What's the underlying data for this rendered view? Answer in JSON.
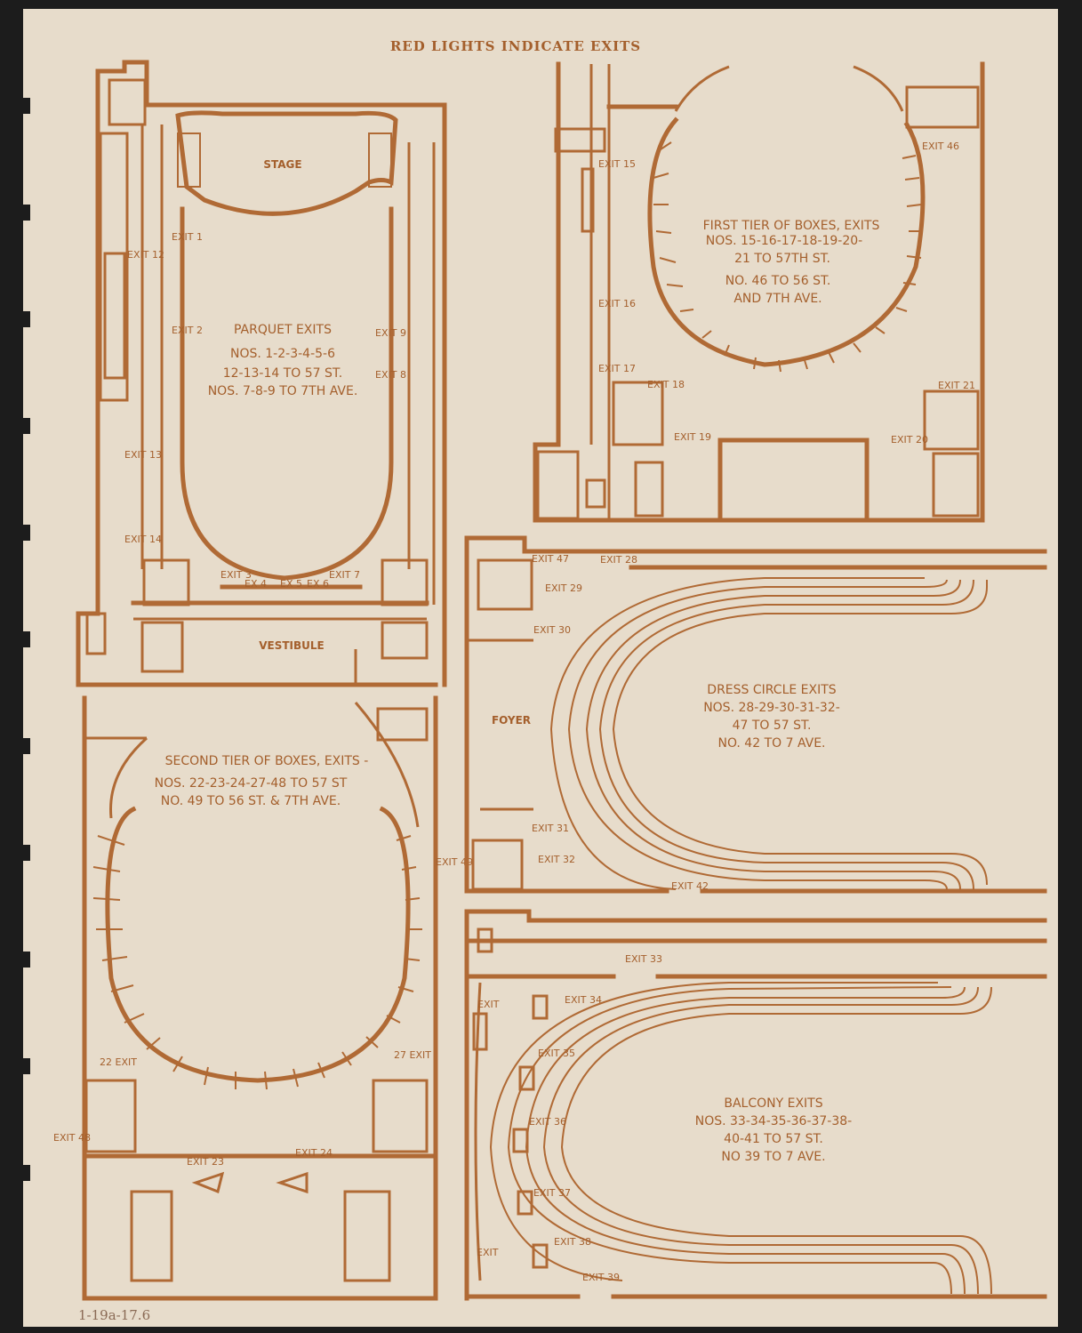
{
  "header": "RED LIGHTS INDICATE EXITS",
  "parquet": {
    "stage": "STAGE",
    "vestibule": "VESTIBULE",
    "caption": [
      "PARQUET EXITS",
      "NOS. 1-2-3-4-5-6",
      "12-13-14 TO 57 ST.",
      "NOS. 7-8-9 TO 7TH AVE."
    ],
    "exits": {
      "e1": "EXIT 1",
      "e2": "EXIT 2",
      "e3": "EXIT 3",
      "e4": "EX 4",
      "e5": "EX 5",
      "e6": "EX 6",
      "e7": "EXIT 7",
      "e8": "EXIT 8",
      "e9": "EXIT 9",
      "e12": "EXIT 12",
      "e13": "EXIT 13",
      "e14": "EXIT 14"
    }
  },
  "first_tier": {
    "caption": [
      "FIRST TIER OF BOXES, EXITS",
      "NOS. 15-16-17-18-19-20-",
      "21 TO 57TH ST.",
      "NO. 46 TO 56 ST.",
      "AND 7TH AVE."
    ],
    "exits": {
      "e15": "EXIT 15",
      "e16": "EXIT 16",
      "e17": "EXIT 17",
      "e18": "EXIT 18",
      "e19": "EXIT 19",
      "e20": "EXIT 20",
      "e21": "EXIT 21",
      "e46": "EXIT 46"
    }
  },
  "second_tier": {
    "caption": [
      "SECOND TIER OF BOXES, EXITS -",
      "NOS. 22-23-24-27-48 TO 57 ST",
      "NO. 49 TO 56 ST. & 7TH AVE."
    ],
    "exits": {
      "e22": "22 EXIT",
      "e23": "EXIT 23",
      "e24": "EXIT 24",
      "e27": "27 EXIT",
      "e48": "EXIT 48",
      "e49": "EXIT 49"
    }
  },
  "dress_circle": {
    "foyer": "FOYER",
    "caption": [
      "DRESS CIRCLE EXITS",
      "NOS. 28-29-30-31-32-",
      "47 TO 57 ST.",
      "NO. 42 TO 7 AVE."
    ],
    "exits": {
      "e28": "EXIT 28",
      "e29": "EXIT 29",
      "e30": "EXIT 30",
      "e31": "EXIT 31",
      "e32": "EXIT 32",
      "e42": "EXIT 42",
      "e47": "EXIT 47"
    }
  },
  "balcony": {
    "caption": [
      "BALCONY EXITS",
      "NOS. 33-34-35-36-37-38-",
      "40-41 TO 57 ST.",
      "NO 39 TO 7 AVE."
    ],
    "exits": {
      "e33": "EXIT 33",
      "e34": "EXIT 34",
      "e35": "EXIT 35",
      "e36": "EXIT 36",
      "e37": "EXIT 37",
      "e38": "EXIT 38",
      "e39": "EXIT 39",
      "e40": "EXIT",
      "e41": "EXIT"
    }
  },
  "handwritten_note": "1-19a-17.6",
  "colors": {
    "ink": "#b06a35",
    "paper": "#e7dccb",
    "background": "#1c1c1c"
  }
}
